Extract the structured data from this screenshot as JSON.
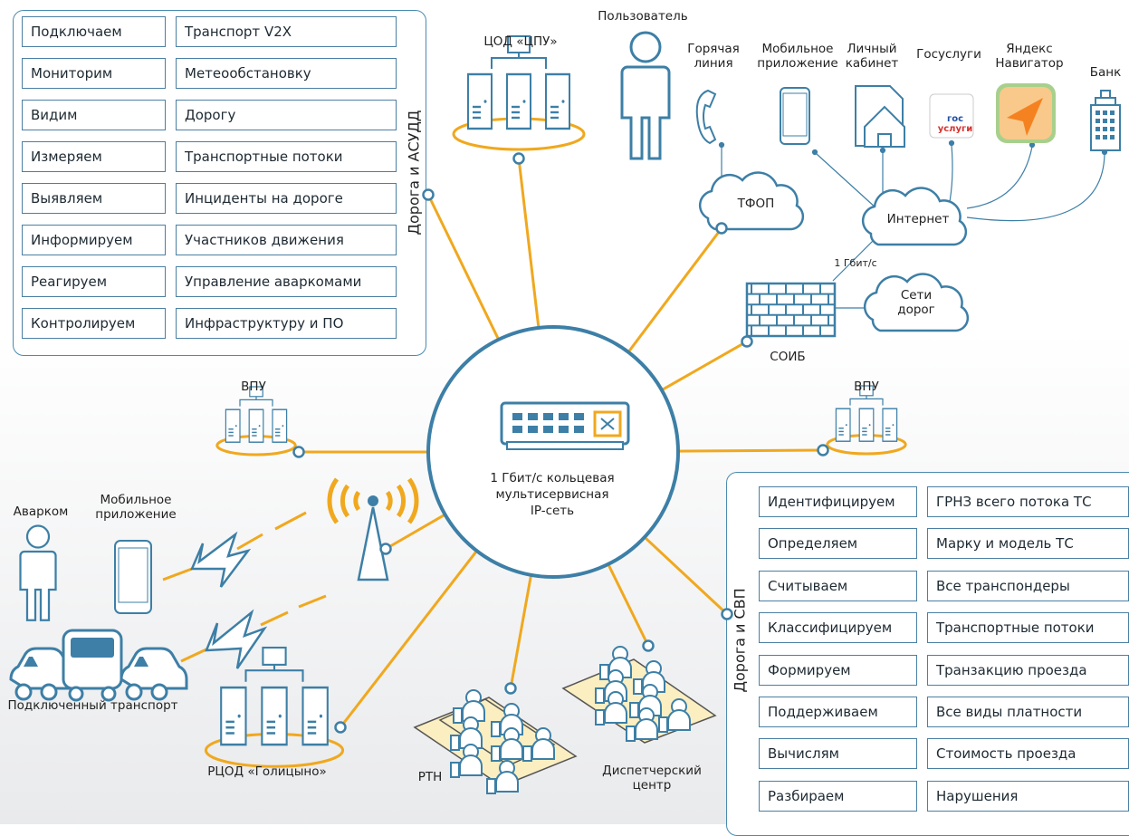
{
  "top_panel": {
    "title": "Дорога и АСУДД",
    "rows": [
      [
        "Подключаем",
        "Транспорт V2X"
      ],
      [
        "Мониторим",
        "Метеообстановку"
      ],
      [
        "Видим",
        "Дорогу"
      ],
      [
        "Измеряем",
        "Транспортные потоки"
      ],
      [
        "Выявляем",
        "Инциденты на дороге"
      ],
      [
        "Информируем",
        "Участников движения"
      ],
      [
        "Реагируем",
        "Управление аваркомами"
      ],
      [
        "Контролируем",
        "Инфраструктуру и ПО"
      ]
    ]
  },
  "bottom_panel": {
    "title": "Дорога и СВП",
    "rows": [
      [
        "Идентифицируем",
        "ГРНЗ всего потока ТС"
      ],
      [
        "Определяем",
        "Марку и модель ТС"
      ],
      [
        "Считываем",
        "Все транспондеры"
      ],
      [
        "Классифицируем",
        "Транспортные потоки"
      ],
      [
        "Формируем",
        "Транзакцию проезда"
      ],
      [
        "Поддерживаем",
        "Все виды платности"
      ],
      [
        "Вычислям",
        "Стоимость проезда"
      ],
      [
        "Разбираем",
        "Нарушения"
      ]
    ]
  },
  "hub": {
    "line1": "1 Гбит/с кольцевая",
    "line2": "мультисервисная",
    "line3": "IP-сеть"
  },
  "labels": {
    "cod_cpu": "ЦОД «ЦПУ»",
    "user": "Пользователь",
    "hotline_1": "Горячая",
    "hotline_2": "линия",
    "mobile_app_1": "Мобильное",
    "mobile_app_2": "приложение",
    "cabinet_1": "Личный",
    "cabinet_2": "кабинет",
    "gosuslugi": "Госуслуги",
    "yandex_1": "Яндекс",
    "yandex_2": "Навигатор",
    "bank": "Банк",
    "tfop": "ТФОП",
    "internet": "Интернет",
    "speed": "1 Гбит/с",
    "roads_net_1": "Сети",
    "roads_net_2": "дорог",
    "soib": "СОИБ",
    "vpu_left": "ВПУ",
    "vpu_right": "ВПУ",
    "avarkom": "Аварком",
    "mobile_app_left_1": "Мобильное",
    "mobile_app_left_2": "приложение",
    "connected_transport": "Подключенный транспорт",
    "rcod": "РЦОД «Голицыно»",
    "rtn": "РТН",
    "dispatch_1": "Диспетчерский",
    "dispatch_2": "центр",
    "gos_logo_1": "гос",
    "gos_logo_2": "услуги"
  },
  "colors": {
    "accent_orange": "#f0a81e",
    "blue": "#3d7fa6",
    "soft_blue": "#bfe0f0",
    "panel_border": "#4a8bb0"
  }
}
